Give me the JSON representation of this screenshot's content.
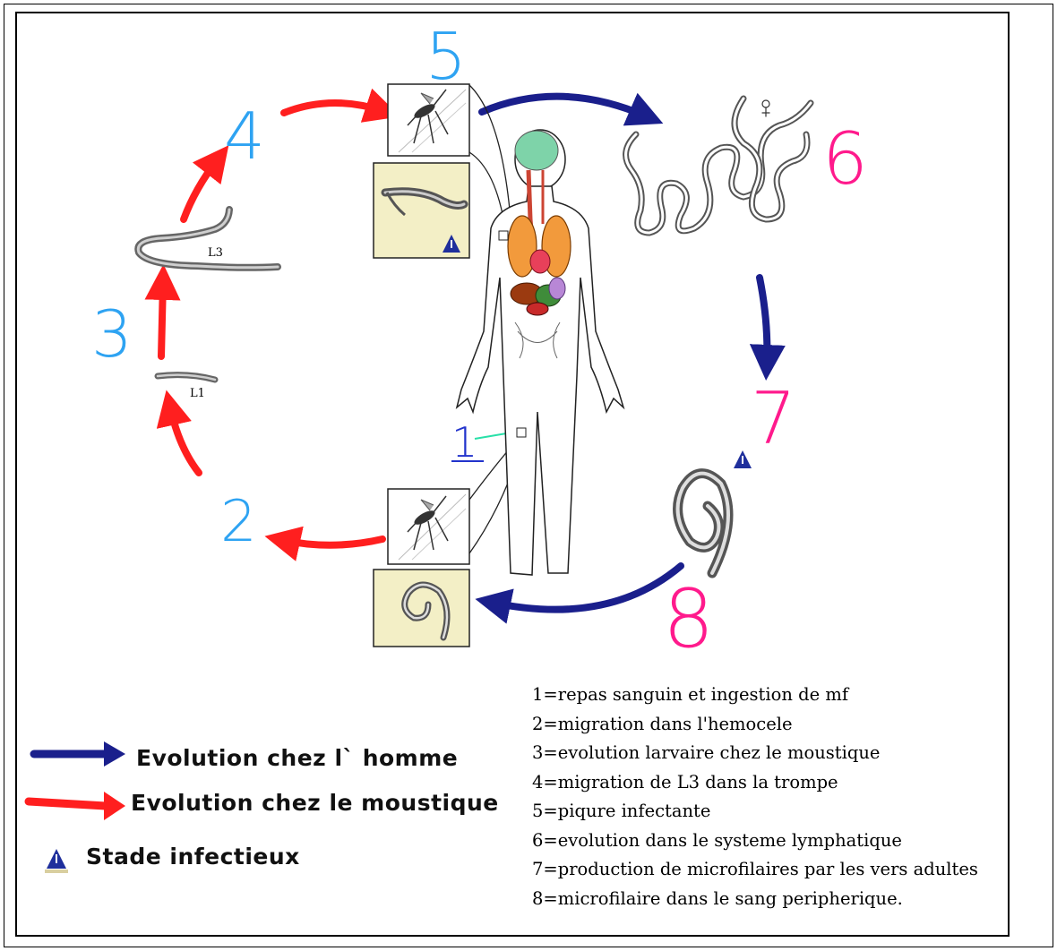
{
  "stage_numbers": [
    {
      "label": "1",
      "color": "#2233cc"
    },
    {
      "label": "2",
      "color": "#2ea3f2"
    },
    {
      "label": "3",
      "color": "#2ea3f2"
    },
    {
      "label": "4",
      "color": "#2ea3f2"
    },
    {
      "label": "5",
      "color": "#2ea3f2"
    },
    {
      "label": "6",
      "color": "#ff1a8c"
    },
    {
      "label": "7",
      "color": "#ff1a8c"
    },
    {
      "label": "8",
      "color": "#ff1a8c"
    }
  ],
  "figure_labels": {
    "larva_l3": "L3",
    "larva_l1": "L1"
  },
  "colors": {
    "human_arrow": "#1a1f8c",
    "mosquito_arrow": "#ff1f1f",
    "infectious_marker": "#1f2f9c"
  },
  "legend": {
    "human": "Evolution chez l` homme",
    "mosquito": "Evolution chez le moustique",
    "infectious": "Stade infectieux"
  },
  "steps": [
    "1=repas sanguin et ingestion de mf",
    "2=migration dans l'hemocele",
    "3=evolution larvaire chez le moustique",
    "4=migration de L3 dans la trompe",
    "5=piqure infectante",
    "6=evolution dans le systeme lymphatique",
    "7=production de microfilaires par les vers adultes",
    "8=microfilaire dans le sang peripherique."
  ]
}
